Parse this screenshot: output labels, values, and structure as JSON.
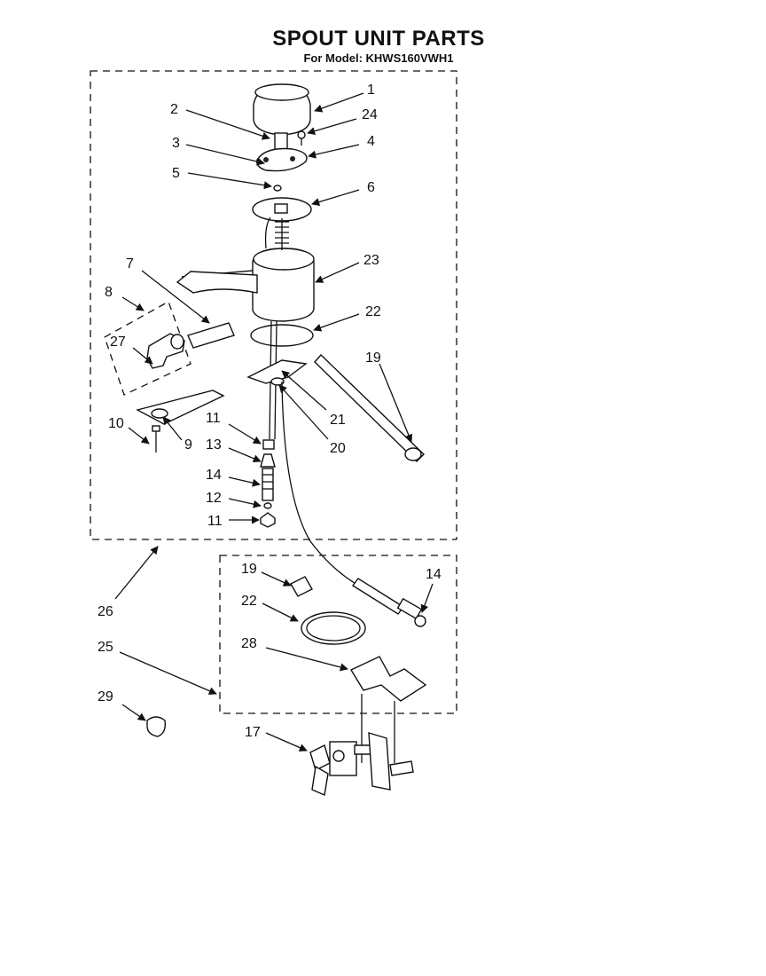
{
  "title": "SPOUT UNIT PARTS",
  "subtitle": "For Model: KHWS160VWH1",
  "callouts": [
    "1",
    "2",
    "24",
    "3",
    "4",
    "5",
    "6",
    "7",
    "23",
    "8",
    "22",
    "27",
    "19",
    "21",
    "10",
    "9",
    "11",
    "20",
    "13",
    "14",
    "12",
    "11",
    "26",
    "19",
    "14",
    "22",
    "25",
    "28",
    "29",
    "17"
  ]
}
